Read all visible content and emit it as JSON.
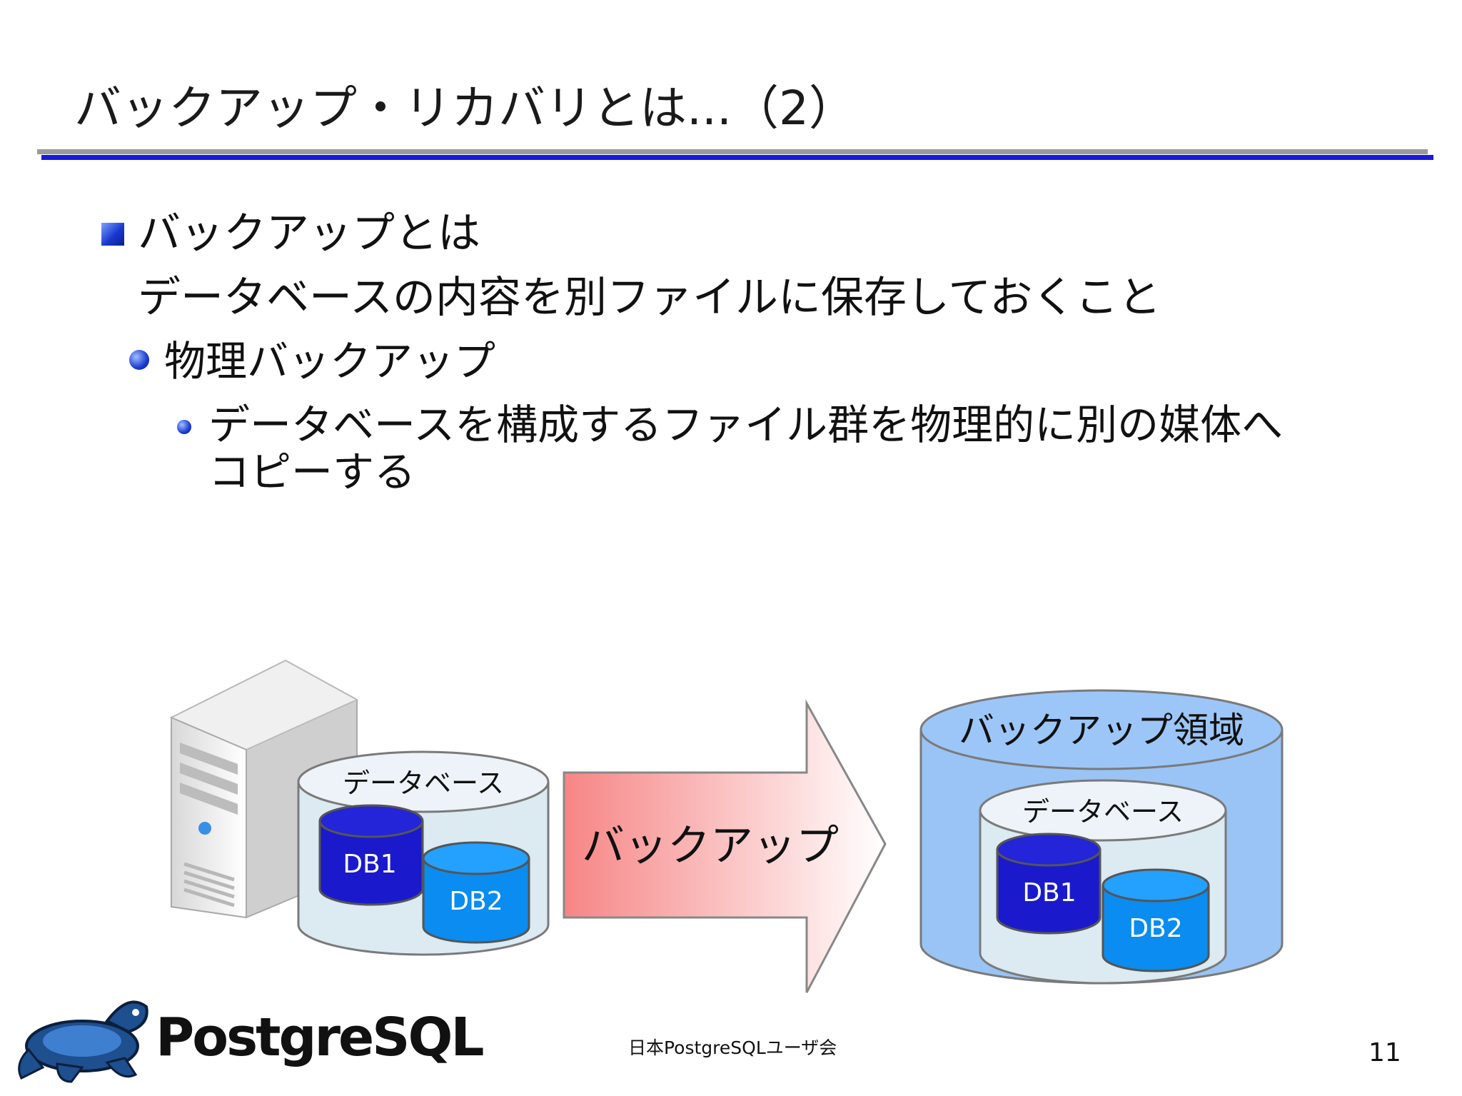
{
  "slide": {
    "title": "バックアップ・リカバリとは...（2）",
    "page_number": "11",
    "footer": "日本PostgreSQLユーザ会"
  },
  "content": {
    "bullet1": "バックアップとは",
    "bullet1_desc": "データベースの内容を別ファイルに保存しておくこと",
    "bullet2": "物理バックアップ",
    "bullet3_line1": "データベースを構成するファイル群を物理的に別の媒体へ",
    "bullet3_line2": "コピーする"
  },
  "diagram": {
    "source_db_label": "データベース",
    "source_db1": "DB1",
    "source_db2": "DB2",
    "arrow_label": "バックアップ",
    "backup_area_label": "バックアップ領域",
    "backup_db_label": "データベース",
    "backup_db1": "DB1",
    "backup_db2": "DB2"
  },
  "logo": {
    "text": "PostgreSQL"
  },
  "colors": {
    "title_rule_blue": "#1a1adc",
    "db1_blue": "#1a1acc",
    "db2_blue": "#0a8cf0",
    "backup_area_blue": "#99c4f5",
    "arrow_red": "#f78585"
  }
}
